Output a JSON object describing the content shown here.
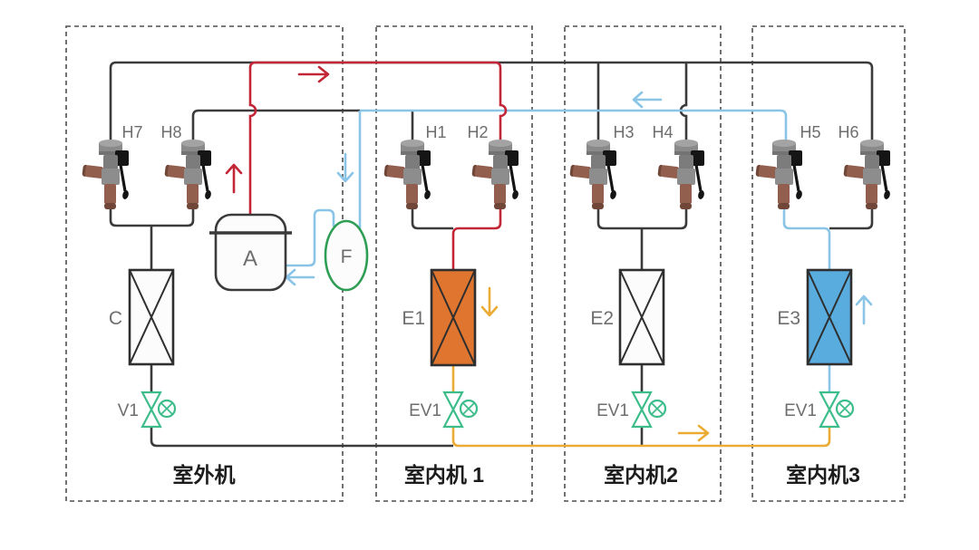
{
  "diagram": {
    "units": {
      "outdoor": "室外机",
      "indoor1": "室内机 1",
      "indoor2": "室内机2",
      "indoor3": "室内机3"
    },
    "valves": {
      "h1": "H1",
      "h2": "H2",
      "h3": "H3",
      "h4": "H4",
      "h5": "H5",
      "h6": "H6",
      "h7": "H7",
      "h8": "H8"
    },
    "components": {
      "a": "A",
      "f": "F",
      "c": "C",
      "e1": "E1",
      "e2": "E2",
      "e3": "E3"
    },
    "expansion_valves": {
      "v1": "V1",
      "ev1_1": "EV1",
      "ev1_2": "EV1",
      "ev1_3": "EV1"
    },
    "colors": {
      "pipe_black": "#3b3b3b",
      "pipe_red": "#c32637",
      "pipe_blue": "#8ac4e6",
      "pipe_orange": "#ebab34",
      "green_component": "#2f9e55",
      "green_valve": "#3ebd8c",
      "exchanger_hot_fill": "#df752e",
      "exchanger_cold_fill": "#58acde",
      "label_gray": "#6e6e6e",
      "label_dark": "#1c1c1c"
    }
  }
}
